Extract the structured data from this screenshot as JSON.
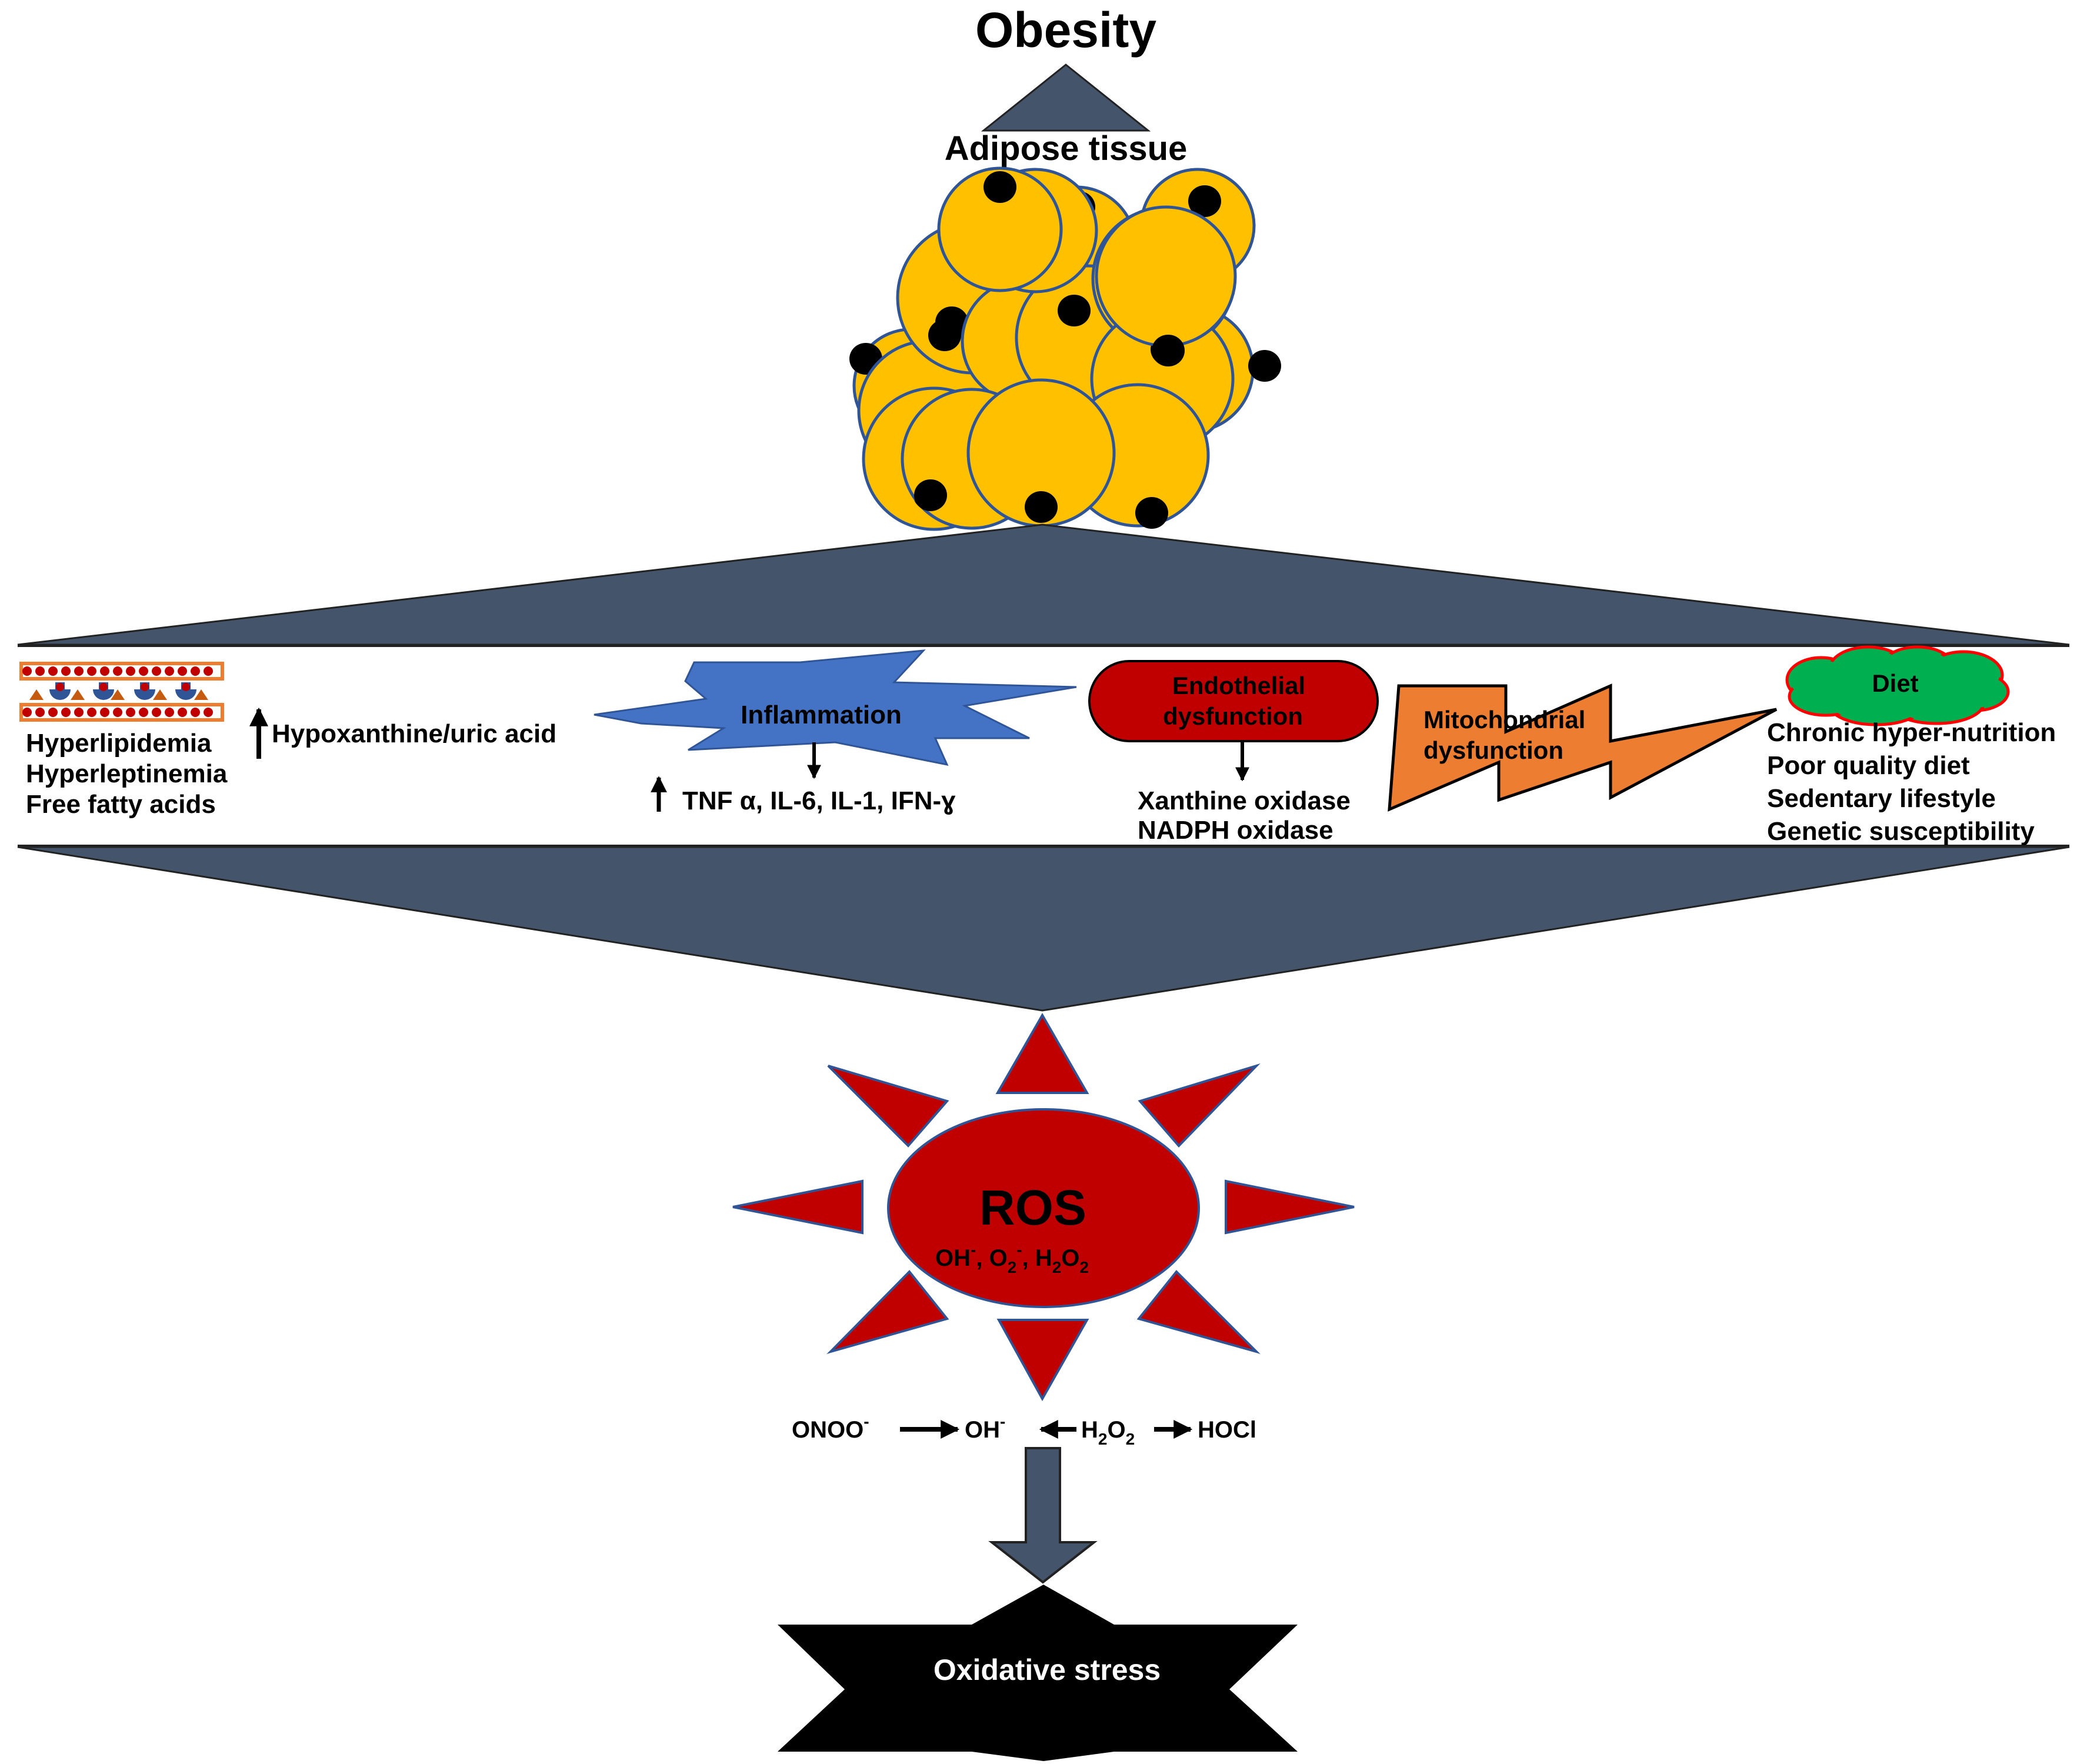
{
  "title": "Obesity",
  "adipose_label": "Adipose tissue",
  "factors": {
    "lipid": {
      "lines": [
        "Hyperlipidemia",
        "Hyperleptinemia",
        "Free fatty acids"
      ],
      "increase_label": "Hypoxanthine/uric acid"
    },
    "inflammation": {
      "label": "Inflammation",
      "result": "TNF α, IL-6, IL-1, IFN-ɣ"
    },
    "endothelial": {
      "label_lines": [
        "Endothelial",
        "dysfunction"
      ],
      "results": [
        "Xanthine oxidase",
        "NADPH oxidase"
      ]
    },
    "mitochondrial": {
      "label_lines": [
        "Mitochondrial",
        "dysfunction"
      ]
    },
    "diet": {
      "label": "Diet",
      "lines": [
        "Chronic hyper-nutrition",
        "Poor quality diet",
        "Sedentary lifestyle",
        "Genetic susceptibility"
      ]
    }
  },
  "ros": {
    "label": "ROS",
    "species": [
      {
        "base": "OH",
        "sup": "-"
      },
      {
        "base": "O",
        "sub": "2",
        "sup": "-"
      },
      {
        "base": "H",
        "sub": "2",
        "base2": "O",
        "sub2": "2"
      }
    ]
  },
  "reactions": {
    "onoo": "ONOO",
    "onoo_sup": "-",
    "oh": "OH",
    "oh_sup": "-",
    "h2o2_h": "H",
    "h2o2_sub1": "2",
    "h2o2_o": "O",
    "h2o2_sub2": "2",
    "hocl": "HOCl"
  },
  "outcome": "Oxidative stress",
  "colors": {
    "funnel": "#44546a",
    "fat_cell": "#ffc000",
    "fat_cell_stroke": "#2f5597",
    "ros_red": "#c00000",
    "inflammation_blue": "#4472c4",
    "mito_orange": "#ed7d31",
    "diet_green": "#00b050",
    "diet_stroke": "#ff0000"
  }
}
